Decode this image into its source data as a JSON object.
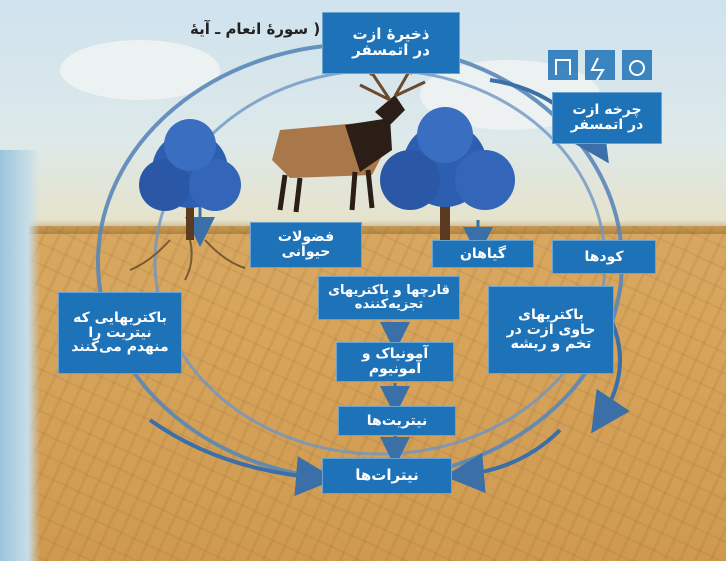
{
  "verse": "( سورهٔ انعام ـ آیهٔ",
  "boxes": {
    "atmosphere_storage": "ذخیرهٔ ازت\nدر اتمسفر",
    "atmosphere_cycle": "چرخه ازت\nدر اتمسفر",
    "animal_waste": "فضولات\nحیوانی",
    "plants": "گیاهان",
    "fertilizers": "کودها",
    "decomposers": "قارچها و باکتریهای\nتجزیه‌کننده",
    "root_bacteria": "باکتریهای\nحاوی ازت در\nتخم و ریشه",
    "denitrifying": "باکتریهایی که\nنیتریت را\nمنهدم می‌کنند",
    "ammonia": "آمونیاک و\nآمونیوم",
    "nitrites": "نیتریت‌ها",
    "nitrates": "نیترات‌ها"
  },
  "colors": {
    "box_fill": "#1e73b8",
    "arrow": "#3b6fa8",
    "soil": "#d6a35a",
    "sky": "#cfe2ee"
  }
}
